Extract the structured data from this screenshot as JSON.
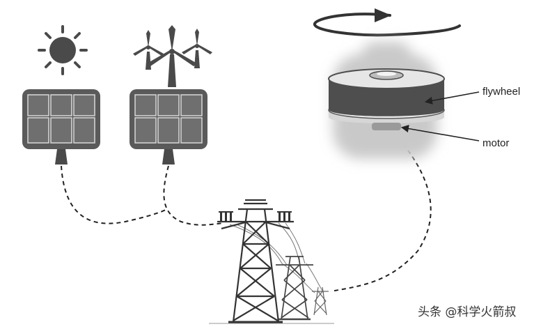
{
  "labels": {
    "flywheel": "flywheel",
    "motor": "motor"
  },
  "watermark": "头条 @科学火箭叔",
  "icons": {
    "sun": "sun-icon",
    "wind": "wind-turbines-icon",
    "solar_panel": "solar-panel-icon",
    "tower": "transmission-tower-icon",
    "rotation": "rotation-arrow-icon"
  },
  "colors": {
    "panel": "#5a5a5a",
    "panel_cell": "#6e6e6e",
    "dark": "#4a4a4a",
    "line": "#222222",
    "bg": "#ffffff"
  }
}
